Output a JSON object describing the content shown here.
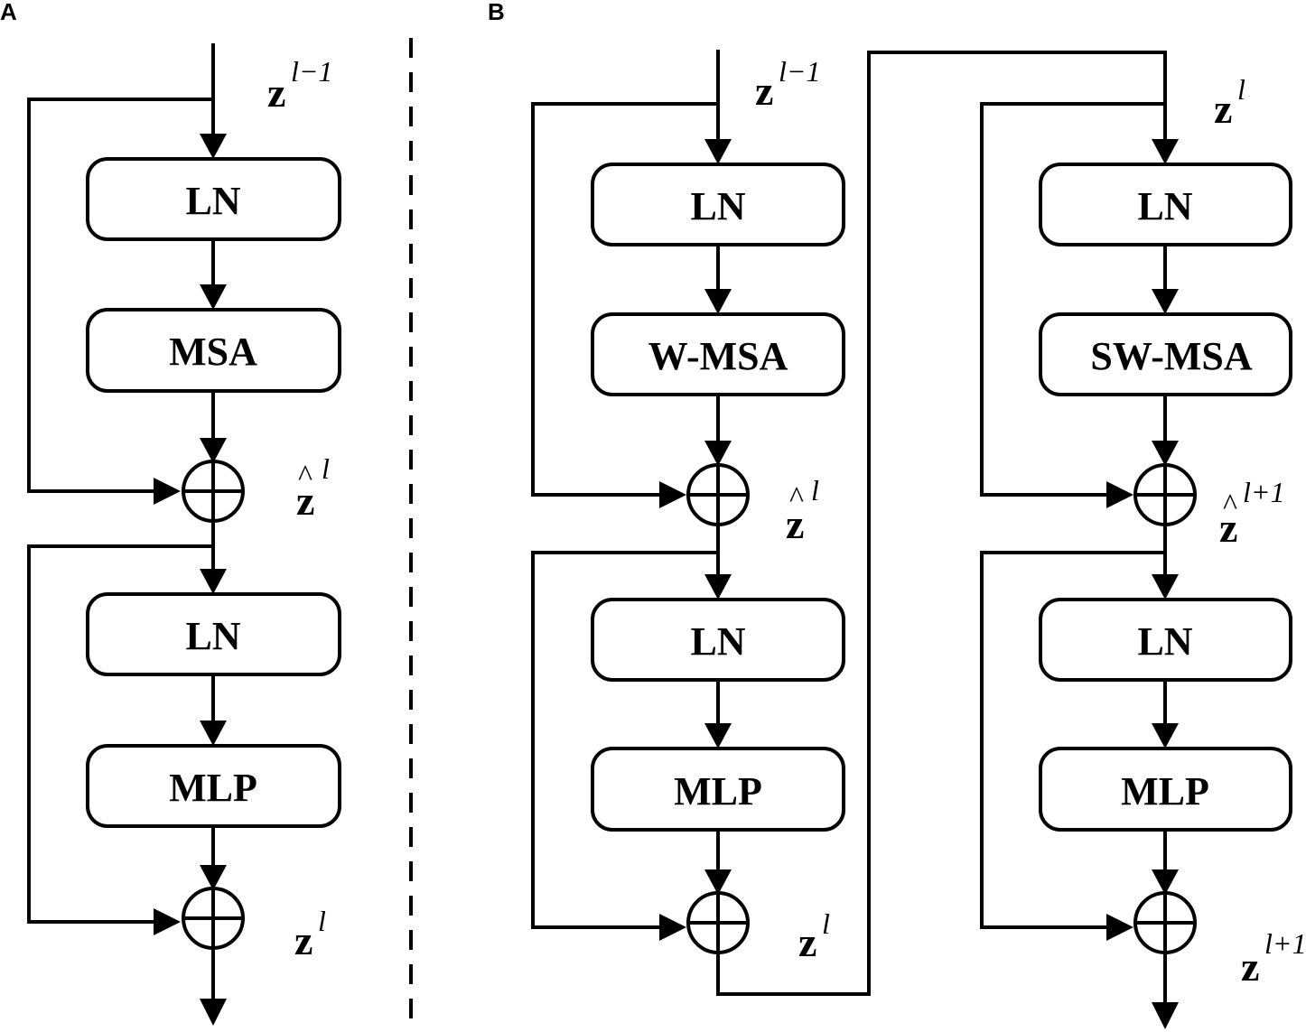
{
  "panels": {
    "a": {
      "label": "A",
      "blocks": [
        "LN",
        "MSA",
        "LN",
        "MLP"
      ],
      "labels": {
        "input": {
          "base": "z",
          "sup": "l−1"
        },
        "mid": {
          "base": "z",
          "sup": "l",
          "hat": "^"
        },
        "out": {
          "base": "z",
          "sup": "l"
        }
      }
    },
    "b": {
      "label": "B",
      "left": {
        "blocks": [
          "LN",
          "W-MSA",
          "LN",
          "MLP"
        ],
        "labels": {
          "input": {
            "base": "z",
            "sup": "l−1"
          },
          "mid": {
            "base": "z",
            "sup": "l",
            "hat": "^"
          },
          "out": {
            "base": "z",
            "sup": "l"
          }
        }
      },
      "right": {
        "blocks": [
          "LN",
          "SW-MSA",
          "LN",
          "MLP"
        ],
        "labels": {
          "input": {
            "base": "z",
            "sup": "l"
          },
          "mid": {
            "base": "z",
            "sup": "l+1",
            "hat": "^"
          },
          "out": {
            "base": "z",
            "sup": "l+1"
          }
        }
      }
    }
  }
}
